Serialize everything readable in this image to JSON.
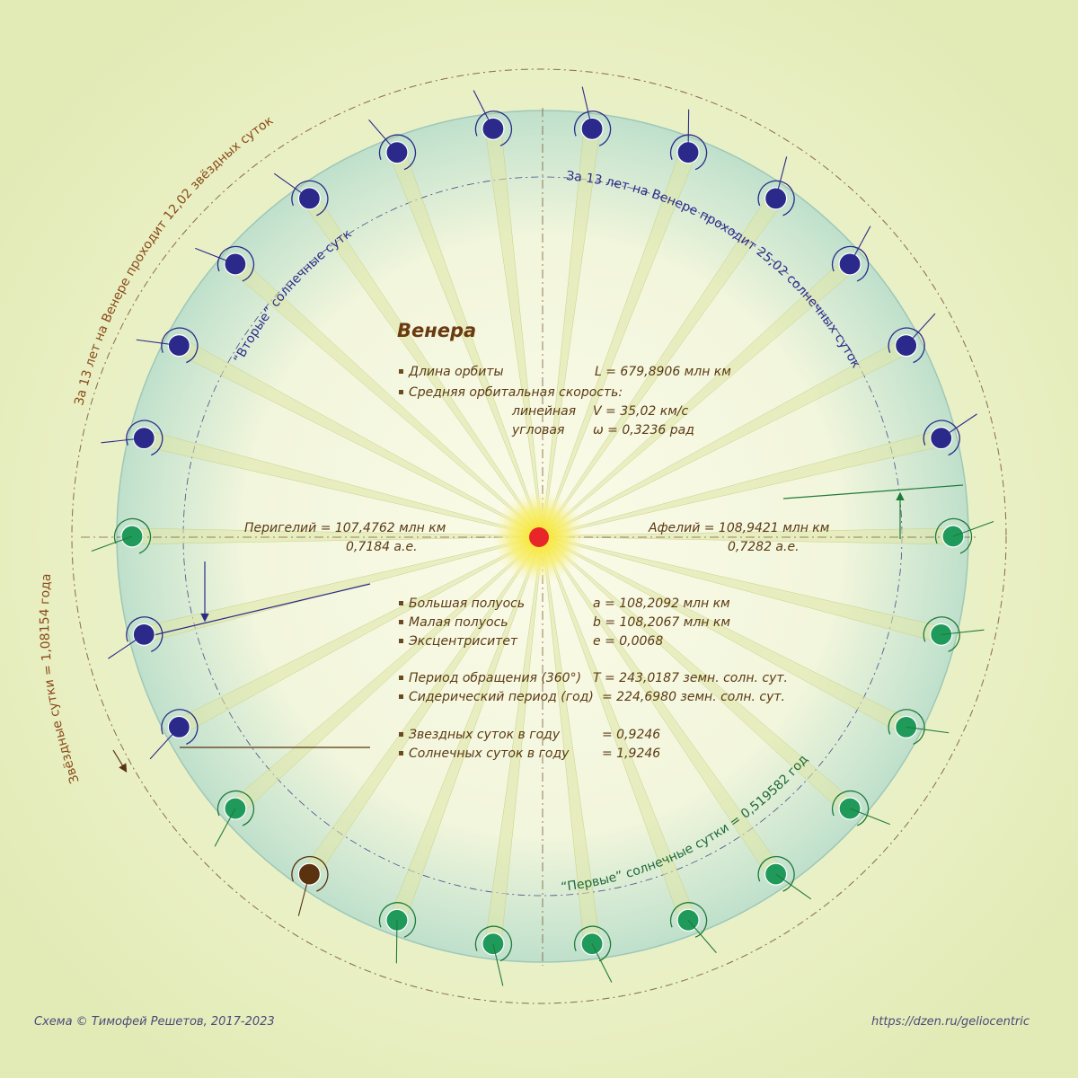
{
  "title": "Венера",
  "params": [
    {
      "label": "Длина орбиты",
      "value": "L = 679,8906 млн км",
      "bullet": true
    },
    {
      "label": "Средняя орбитальная скорость:",
      "value": "",
      "bullet": true
    },
    {
      "label": "линейная",
      "value": "V = 35,02 км/с",
      "bullet": false
    },
    {
      "label": "угловая",
      "value": "ω = 0,3236 рад",
      "bullet": false
    }
  ],
  "perihelion": {
    "label": "Перигелий = 107,4762 млн км",
    "au": "0,7184 а.е."
  },
  "aphelion": {
    "label": "Афелий = 108,9421 млн км",
    "au": "0,7282 а.е."
  },
  "axes": [
    {
      "label": "Большая полуось",
      "value": "a = 108,2092 млн км"
    },
    {
      "label": "Малая полуось",
      "value": "b = 108,2067 млн км"
    },
    {
      "label": "Эксцентриситет",
      "value": "e = 0,0068"
    }
  ],
  "periods": [
    {
      "label": "Период обращения (360°)",
      "value": "T = 243,0187 земн. солн. сут."
    },
    {
      "label": "Сидерический период (год)",
      "value": "= 224,6980 земн. солн. сут."
    }
  ],
  "days": [
    {
      "label": "Звездных суток в году",
      "value": "= 0,9246"
    },
    {
      "label": "Солнечных суток в году",
      "value": "= 1,9246"
    }
  ],
  "arc_labels": {
    "sidereal_13": "За 13 лет на Венере проходит 12,02 звёздных суток",
    "solar_13": "За 13 лет на Венере проходит 25,02 солнечных суток",
    "second_solar": "“Вторые” солнечные сутки",
    "first_solar": "“Первые” солнечные сутки  = 0,519582 года",
    "sidereal_day": "Звёздные сутки = 1,08154 года"
  },
  "footer": {
    "credit": "Схема © Тимофей  Решетов, 2017-2023",
    "url": "https://dzen.ru/geliocentric"
  },
  "colors": {
    "background": "#eaf0c2",
    "orbit_fill": "#cfe6cc",
    "blue_planet": "#2b2a8a",
    "green_planet": "#1f9a5a",
    "brown_planet": "#5a3210",
    "sun_core": "#e8262a",
    "sun_glow": "#f6e61a",
    "text": "#5b3a12"
  },
  "icons": [
    "sun-icon",
    "venus-planet-icon",
    "rotation-arrow-icon"
  ]
}
